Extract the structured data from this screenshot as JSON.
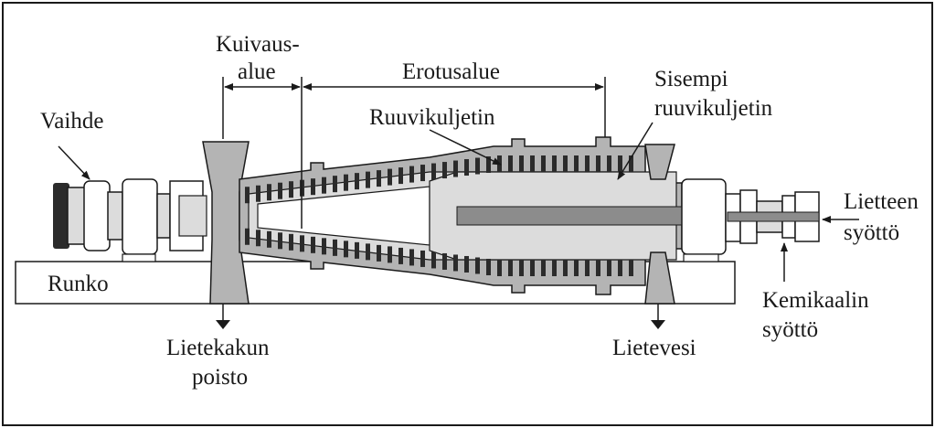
{
  "labels": {
    "kuivausalue_line1": "Kuivaus-",
    "kuivausalue_line2": "alue",
    "erotusalue": "Erotusalue",
    "sisempi_line1": "Sisempi",
    "sisempi_line2": "ruuvikuljetin",
    "ruuvikuljetin": "Ruuvikuljetin",
    "vaihde": "Vaihde",
    "runko": "Runko",
    "lietteen_line1": "Lietteen",
    "lietteen_line2": "syöttö",
    "kemikaalin_line1": "Kemikaalin",
    "kemikaalin_line2": "syöttö",
    "lietekakun_line1": "Lietekakun",
    "lietekakun_line2": "poisto",
    "lietevesi": "Lietevesi"
  },
  "colors": {
    "ink": "#1a1a1a",
    "dark_gray": "#8c8c8c",
    "mid_gray": "#b4b4b4",
    "light_gray": "#dcdcdc",
    "paper": "#ffffff"
  }
}
